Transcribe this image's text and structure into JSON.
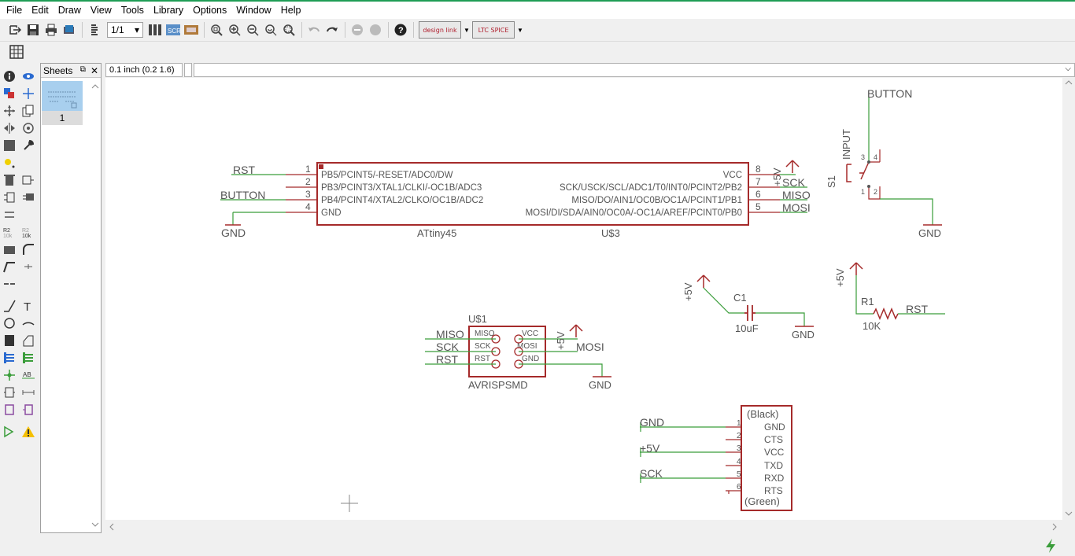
{
  "menu": [
    "File",
    "Edit",
    "Draw",
    "View",
    "Tools",
    "Library",
    "Options",
    "Window",
    "Help"
  ],
  "toolbar": {
    "sheet_select": "1/1",
    "designlink_label": "design link",
    "ltspice_label": "LTC SPICE"
  },
  "sheets_panel": {
    "title": "Sheets",
    "sheet_number": "1"
  },
  "grid_status": "0.1 inch (0.2 1.6)",
  "schematic": {
    "attiny": {
      "name": "ATtiny45",
      "ref": "U$3",
      "left_pins": [
        {
          "num": "1",
          "name": "PB5/PCINT5/-RESET/ADC0/DW",
          "net": "RST"
        },
        {
          "num": "2",
          "name": "PB3/PCINT3/XTAL1/CLKI/-OC1B/ADC3",
          "net": ""
        },
        {
          "num": "3",
          "name": "PB4/PCINT4/XTAL2/CLKO/OC1B/ADC2",
          "net": "BUTTON"
        },
        {
          "num": "4",
          "name": "GND",
          "net": "GND"
        }
      ],
      "right_pins": [
        {
          "num": "8",
          "name": "VCC",
          "net": "+5V"
        },
        {
          "num": "7",
          "name": "SCK/USCK/SCL/ADC1/T0/INT0/PCINT2/PB2",
          "net": "SCK"
        },
        {
          "num": "6",
          "name": "MISO/DO/AIN1/OC0B/OC1A/PCINT1/PB1",
          "net": "MISO"
        },
        {
          "num": "5",
          "name": "MOSI/DI/SDA/AIN0/OC0A/-OC1A/AREF/PCINT0/PB0",
          "net": "MOSI"
        }
      ],
      "gnd_label": "GND"
    },
    "switch": {
      "ref": "S1",
      "value": "INPUT",
      "net_top": "BUTTON",
      "net_bottom": "GND",
      "pins": [
        "3",
        "4",
        "1",
        "2"
      ]
    },
    "capacitor": {
      "ref": "C1",
      "value": "10uF",
      "supply": "+5V",
      "gnd": "GND"
    },
    "resistor": {
      "ref": "R1",
      "value": "10K",
      "supply": "+5V",
      "net": "RST"
    },
    "avrisp": {
      "ref": "U$1",
      "name": "AVRISPSMD",
      "left_pins": [
        "MISO",
        "SCK",
        "RST"
      ],
      "right_pins": [
        "VCC",
        "MOSI",
        "GND"
      ],
      "left_nets": [
        "MISO",
        "SCK",
        "RST"
      ],
      "supply": "+5V",
      "right_net": "MOSI",
      "gnd": "GND"
    },
    "ftdi": {
      "top_label": "(Black)",
      "bottom_label": "(Green)",
      "pins": [
        {
          "num": "1",
          "name": "GND",
          "net": "GND"
        },
        {
          "num": "2",
          "name": "CTS",
          "net": ""
        },
        {
          "num": "3",
          "name": "VCC",
          "net": "+5V"
        },
        {
          "num": "4",
          "name": "TXD",
          "net": ""
        },
        {
          "num": "5",
          "name": "RXD",
          "net": "SCK"
        },
        {
          "num": "6",
          "name": "RTS",
          "net": ""
        }
      ]
    }
  },
  "colors": {
    "symbol": "#a52a2a",
    "wire": "#3a9d3a",
    "text": "#555555",
    "accent": "#1f9d55"
  }
}
